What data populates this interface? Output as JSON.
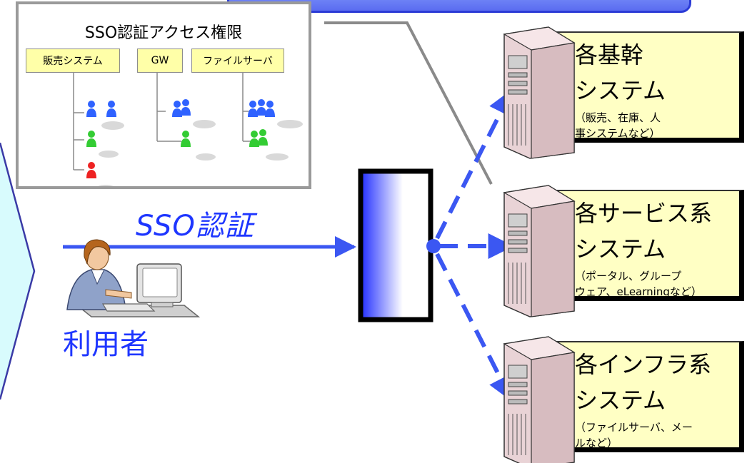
{
  "panel": {
    "title": "SSO認証アクセス権限",
    "categories": [
      "販売システム",
      "GW",
      "ファイルサーバ"
    ]
  },
  "flow": {
    "sso_label": "SSO認証",
    "user_label": "利用者"
  },
  "servers": [
    {
      "title_line1": "各基幹",
      "title_line2": "システム",
      "sub_line1": "（販売、在庫、人",
      "sub_line2": "事システムなど）"
    },
    {
      "title_line1": "各サービス系",
      "title_line2": "システム",
      "sub_line1": "（ポータル、グループ",
      "sub_line2": "ウェア、eLearningなど）"
    },
    {
      "title_line1": "各インフラ系",
      "title_line2": "システム",
      "sub_line1": "（ファイルサーバ、メー",
      "sub_line2": "ルなど）"
    }
  ],
  "colors": {
    "accent_blue": "#1e36ff",
    "arrow_blue": "#3b57f2",
    "card_fill": "#ffffc4",
    "category_fill": "#ffffa8"
  }
}
